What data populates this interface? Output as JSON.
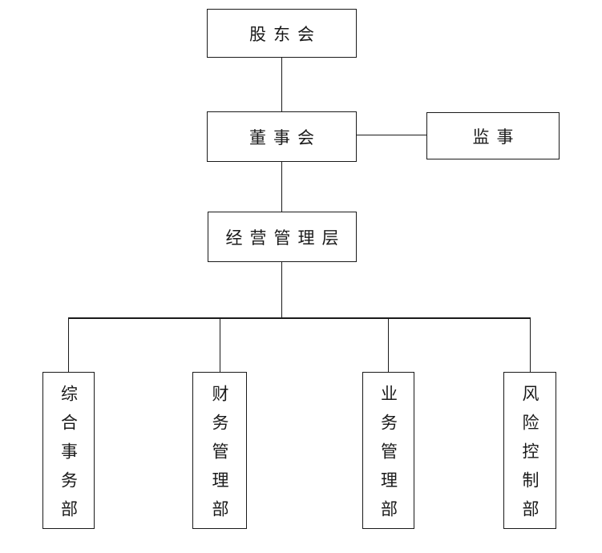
{
  "org_chart": {
    "nodes": {
      "shareholders": {
        "label": "股东会"
      },
      "board": {
        "label": "董事会"
      },
      "supervisor": {
        "label": "监事"
      },
      "management": {
        "label": "经营管理层"
      },
      "dept_general_affairs": {
        "label": "综合事务部"
      },
      "dept_finance": {
        "label": "财务管理部"
      },
      "dept_business": {
        "label": "业务管理部"
      },
      "dept_risk_control": {
        "label": "风险控制部"
      }
    },
    "edges": [
      {
        "from": "shareholders",
        "to": "board"
      },
      {
        "from": "board",
        "to": "supervisor"
      },
      {
        "from": "board",
        "to": "management"
      },
      {
        "from": "management",
        "to": "dept_general_affairs"
      },
      {
        "from": "management",
        "to": "dept_finance"
      },
      {
        "from": "management",
        "to": "dept_business"
      },
      {
        "from": "management",
        "to": "dept_risk_control"
      }
    ],
    "colors": {
      "background": "#ffffff",
      "border": "#1a1a1a",
      "text": "#1a1a1a"
    }
  }
}
